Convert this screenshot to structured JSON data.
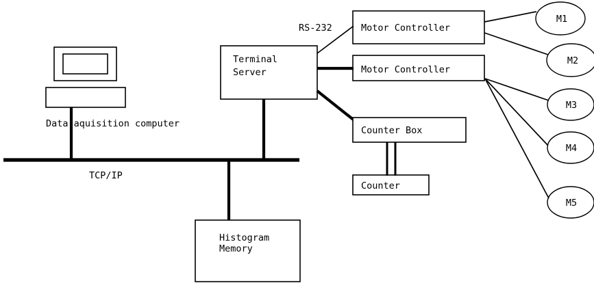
{
  "diagram": {
    "title": "Data acquisition system block diagram",
    "background_color": "#ffffff",
    "line_color": "#000000",
    "nodes": {
      "computer": {
        "name": "Data acquisition computer",
        "caption": "Data aquisition computer",
        "shape": "monitor-and-keyboard"
      },
      "terminal_server": {
        "line1": "Terminal",
        "line2": "Server",
        "shape": "rectangle"
      },
      "motor_controller_1": {
        "label": "Motor Controller",
        "shape": "rectangle"
      },
      "motor_controller_2": {
        "label": "Motor Controller",
        "shape": "rectangle"
      },
      "counter_box": {
        "label": "Counter Box",
        "shape": "rectangle"
      },
      "counter": {
        "label": "Counter",
        "shape": "rectangle"
      },
      "histogram_memory": {
        "line1": "Histogram",
        "line2": "Memory",
        "shape": "rectangle"
      },
      "motors": [
        {
          "label": "M1"
        },
        {
          "label": "M2"
        },
        {
          "label": "M3"
        },
        {
          "label": "M4"
        },
        {
          "label": "M5"
        }
      ]
    },
    "link_labels": {
      "bus": "TCP/IP",
      "serial": "RS-232"
    }
  }
}
